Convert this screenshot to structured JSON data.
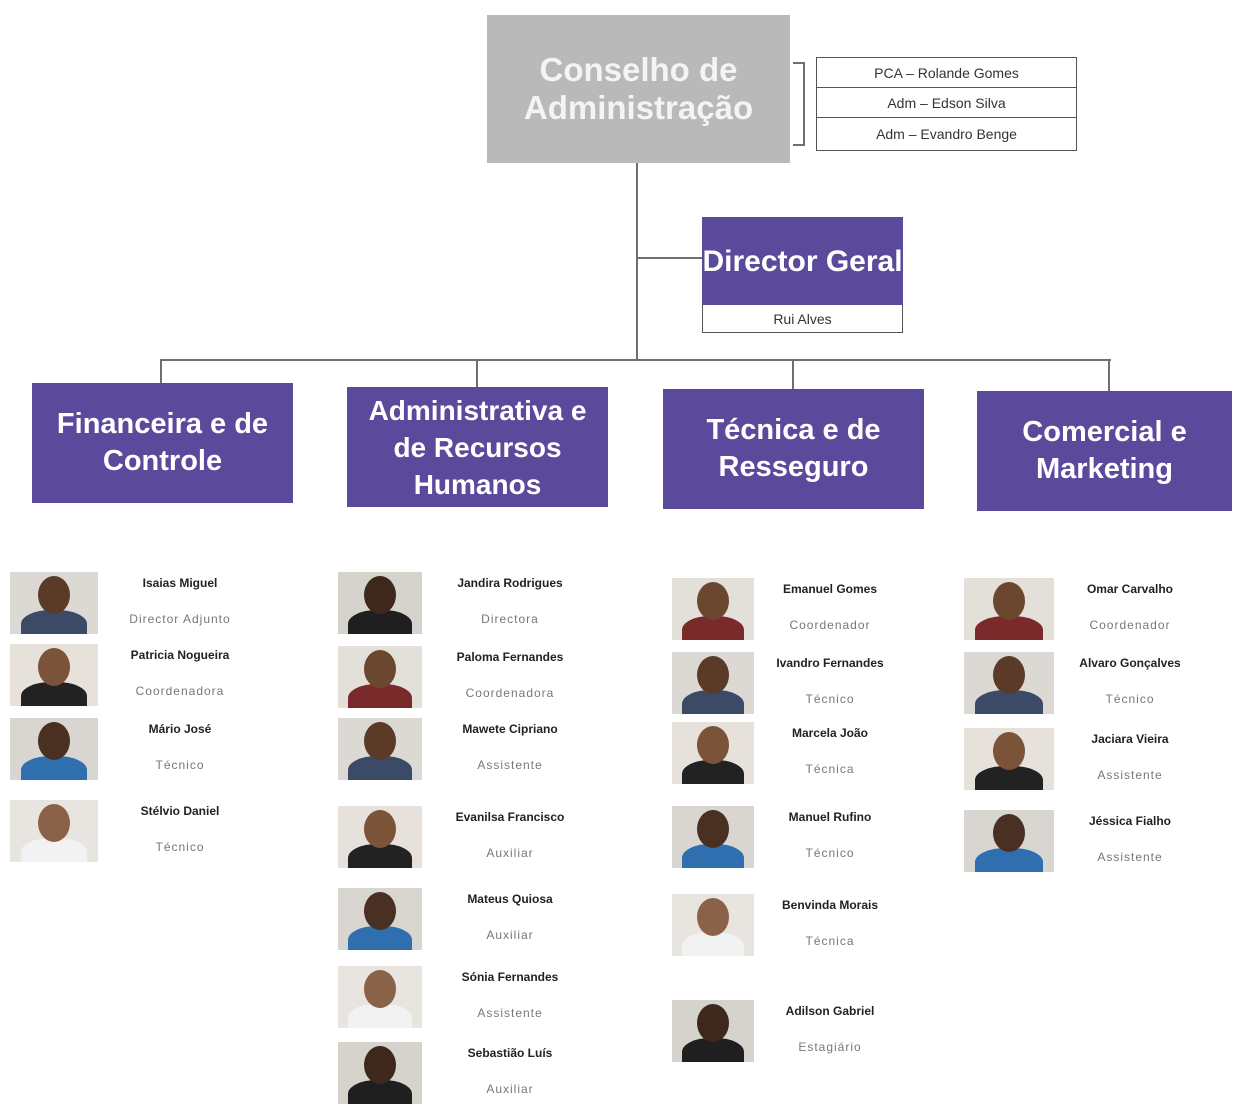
{
  "board": {
    "title": "Conselho de Administração",
    "members": [
      "PCA – Rolande Gomes",
      "Adm – Edson Silva",
      "Adm – Evandro Benge"
    ]
  },
  "director": {
    "title": "Director Geral",
    "name": "Rui Alves"
  },
  "departments": [
    "Financeira e de Controle",
    "Administrativa e de Recursos Humanos",
    "Técnica e de Resseguro",
    "Comercial e Marketing"
  ],
  "staff": {
    "financeira": [
      {
        "name": "Isaias Miguel",
        "role": "Director Adjunto"
      },
      {
        "name": "Patricia Nogueira",
        "role": "Coordenadora"
      },
      {
        "name": "Mário José",
        "role": "Técnico"
      },
      {
        "name": "Stélvio Daniel",
        "role": "Técnico"
      }
    ],
    "administrativa": [
      {
        "name": "Jandira Rodrigues",
        "role": "Directora"
      },
      {
        "name": "Paloma Fernandes",
        "role": "Coordenadora"
      },
      {
        "name": "Mawete Cipriano",
        "role": "Assistente"
      },
      {
        "name": "Evanilsa Francisco",
        "role": "Auxiliar"
      },
      {
        "name": "Mateus Quiosa",
        "role": "Auxiliar"
      },
      {
        "name": "Sónia Fernandes",
        "role": "Assistente"
      },
      {
        "name": "Sebastião Luís",
        "role": "Auxiliar"
      }
    ],
    "tecnica": [
      {
        "name": "Emanuel Gomes",
        "role": "Coordenador"
      },
      {
        "name": "Ivandro Fernandes",
        "role": "Técnico"
      },
      {
        "name": "Marcela João",
        "role": "Técnica"
      },
      {
        "name": "Manuel Rufino",
        "role": "Técnico"
      },
      {
        "name": "Benvinda Morais",
        "role": "Técnica"
      },
      {
        "name": "Adilson Gabriel",
        "role": "Estagiário"
      }
    ],
    "comercial": [
      {
        "name": "Omar Carvalho",
        "role": "Coordenador"
      },
      {
        "name": "Alvaro Gonçalves",
        "role": "Técnico"
      },
      {
        "name": "Jaciara Vieira",
        "role": "Assistente"
      },
      {
        "name": "Jéssica Fialho",
        "role": "Assistente"
      }
    ]
  }
}
